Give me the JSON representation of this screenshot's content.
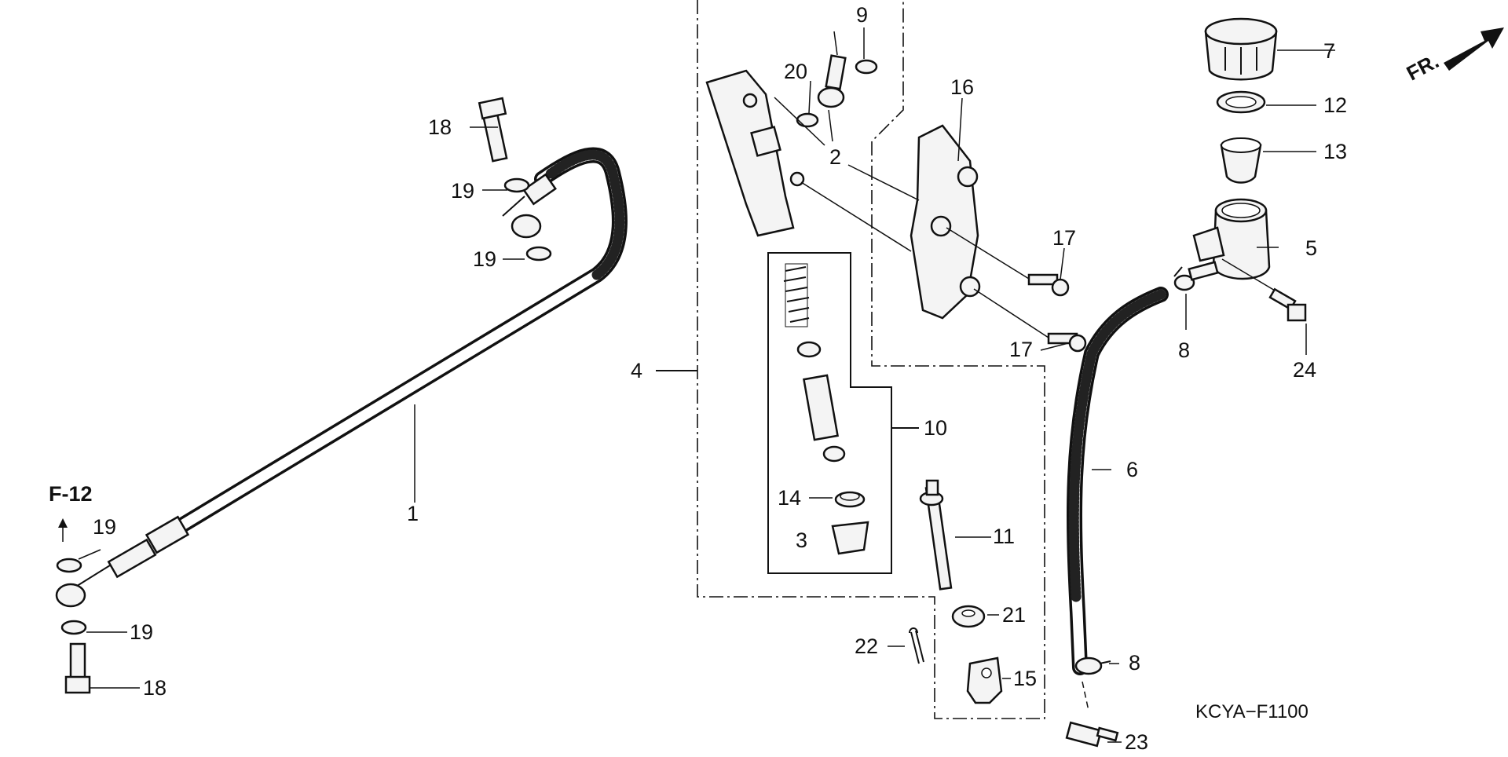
{
  "diagram": {
    "ref_label": "F-12",
    "front_label": "FR.",
    "code": "KCYA−F1100",
    "callouts": {
      "p1": "1",
      "p2": "2",
      "p3": "3",
      "p4": "4",
      "p5": "5",
      "p6": "6",
      "p7": "7",
      "p8a": "8",
      "p8b": "8",
      "p9": "9",
      "p10": "10",
      "p11": "11",
      "p12": "12",
      "p13": "13",
      "p14": "14",
      "p15": "15",
      "p16": "16",
      "p17a": "17",
      "p17b": "17",
      "p18a": "18",
      "p18b": "18",
      "p19a": "19",
      "p19b": "19",
      "p19c": "19",
      "p19d": "19",
      "p20": "20",
      "p21": "21",
      "p22": "22",
      "p23": "23",
      "p24": "24"
    }
  }
}
